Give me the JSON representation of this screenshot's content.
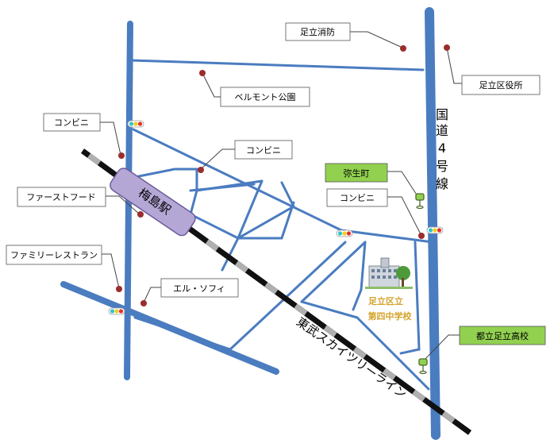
{
  "colors": {
    "road": "#4a7cc0",
    "road_major": "#4a7cc0",
    "rail_dark": "#111111",
    "rail_light": "#b0b0b0",
    "poi_dot": "#9b2d2d",
    "label_border": "#555555",
    "green_label_bg": "#92d050",
    "station_fill": "#b4a7d6",
    "station_border": "#6c5b9b",
    "school_text": "#d4a32a"
  },
  "labels": {
    "fire_station": "足立消防",
    "ward_office": "足立区役所",
    "belmont_park": "ベルモント公園",
    "convenience_left": "コンビニ",
    "convenience_center": "コンビニ",
    "convenience_right": "コンビニ",
    "fast_food": "ファーストフード",
    "family_restaurant": "ファミリーレストラン",
    "el_sofia": "エル・ソフィ",
    "yayoi_cho": "弥生町",
    "toritsu_adachi_hs": "都立足立高校"
  },
  "station": {
    "name": "梅島駅",
    "icon": "train-station-icon"
  },
  "railway": {
    "name": "東武スカイツリーライン"
  },
  "route4": {
    "chars": [
      "国",
      "道",
      "4",
      "号",
      "線"
    ]
  },
  "school": {
    "line1": "足立区立",
    "line2": "第四中学校",
    "icon": "school-building-icon"
  },
  "icons": {
    "traffic_light": "traffic-light-icon",
    "bus_stop": "bus-stop-icon",
    "poi": "poi-dot-icon"
  }
}
